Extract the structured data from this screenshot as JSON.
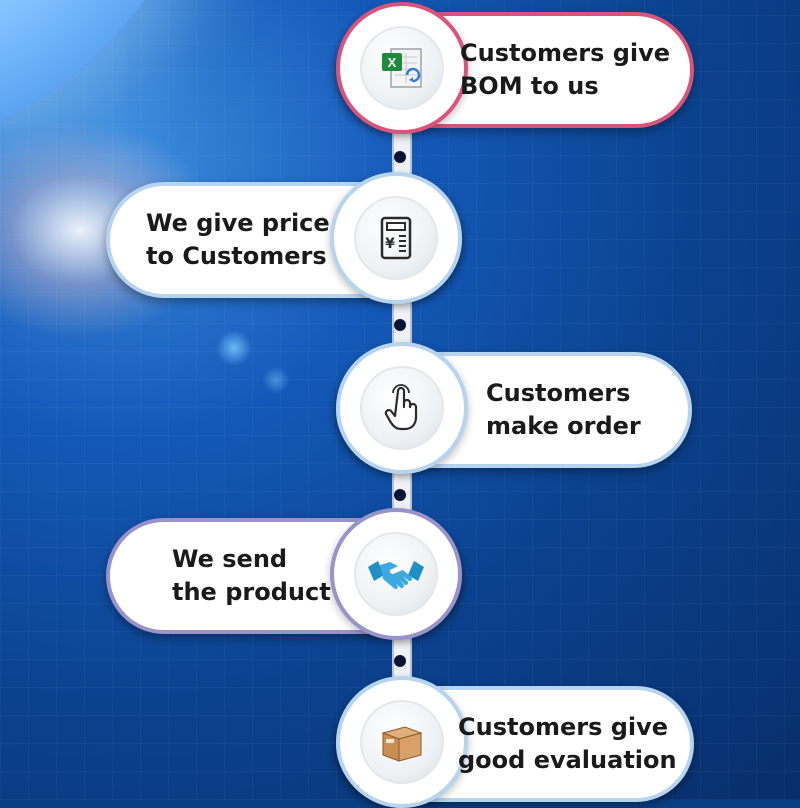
{
  "steps": [
    {
      "lines": [
        "Customers give",
        "BOM to us"
      ],
      "icon": "spreadsheet-icon",
      "accent": "#d9537a"
    },
    {
      "lines": [
        "We give price",
        "to Customers"
      ],
      "icon": "calculator-icon",
      "accent": "#b7d4ee"
    },
    {
      "lines": [
        "Customers",
        "make order"
      ],
      "icon": "pointing-hand-icon",
      "accent": "#b7d4ee"
    },
    {
      "lines": [
        "We send",
        "the product"
      ],
      "icon": "handshake-icon",
      "accent": "#9a93c9"
    },
    {
      "lines": [
        "Customers give",
        "good evaluation"
      ],
      "icon": "package-box-icon",
      "accent": "#b7d4ee"
    }
  ]
}
